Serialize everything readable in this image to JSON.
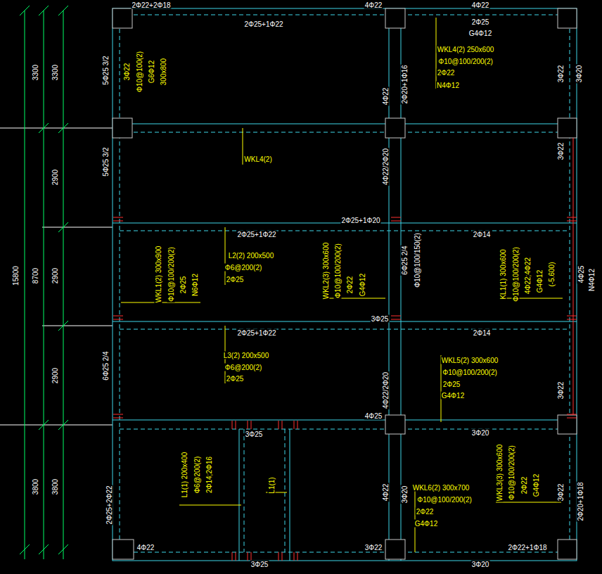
{
  "diagram": {
    "labels": [
      "2Φ22+2Φ18",
      "4Φ22",
      "4Φ22",
      "2Φ25+1Φ22",
      "2Φ25",
      "G4Φ12",
      "WKL4(2) 250x600",
      "Φ10@100/200(2)",
      "2Φ22",
      "N4Φ12",
      "5Φ25 3/2",
      "3Φ22",
      "Φ10@100(2)",
      "G6Φ12",
      "300x800",
      "4Φ22",
      "2Φ20+1Φ16",
      "3Φ22",
      "3Φ20",
      "WKL4(2)",
      "5Φ25 3/2",
      "4Φ22/2Φ20",
      "3Φ22",
      "2Φ25+1Φ20",
      "2Φ25+1Φ22",
      "2Φ14",
      "WKL1(2) 300x900",
      "Φ10@100/200(2)",
      "2Φ25",
      "N6Φ12",
      "L2(2) 200x500",
      "Φ6@200(2)",
      "2Φ25",
      "WKL2(3) 300x600",
      "Φ10@100/200(2)",
      "2Φ22",
      "G4Φ12",
      "6Φ25 2/4",
      "Φ10@100/150(2)",
      "KL1(1) 300x600",
      "Φ10@100/200(2)",
      "4Φ22;4Φ22",
      "G4Φ12",
      "(-5.600)",
      "4Φ25",
      "N4Φ12",
      "3Φ25",
      "2Φ25+1Φ22",
      "2Φ14",
      "6Φ25 2/4",
      "L3(2) 200x500",
      "Φ6@200(2)",
      "2Φ25",
      "4Φ22/2Φ20",
      "WKL5(2) 300x600",
      "Φ10@100/200(2)",
      "2Φ25",
      "G4Φ12",
      "3Φ22",
      "4Φ25",
      "3Φ25",
      "3Φ20",
      "L1(1) 200x400",
      "Φ6@200(2)",
      "2Φ14;2Φ16",
      "L1(1)",
      "2Φ25+2Φ22",
      "4Φ22",
      "3Φ20",
      "WKL6(2) 300x700",
      "Φ10@100/200(2)",
      "2Φ22",
      "G4Φ12",
      "WKL3(3) 300x600",
      "Φ10@100/200(2)",
      "2Φ22",
      "G4Φ12",
      "3Φ22",
      "2Φ20+1Φ18",
      "4Φ22",
      "3Φ22",
      "2Φ22+1Φ18",
      "3Φ25",
      "3Φ20",
      "3300",
      "3300",
      "2900",
      "2900",
      "2900",
      "3800",
      "3800",
      "8700",
      "15800"
    ]
  }
}
